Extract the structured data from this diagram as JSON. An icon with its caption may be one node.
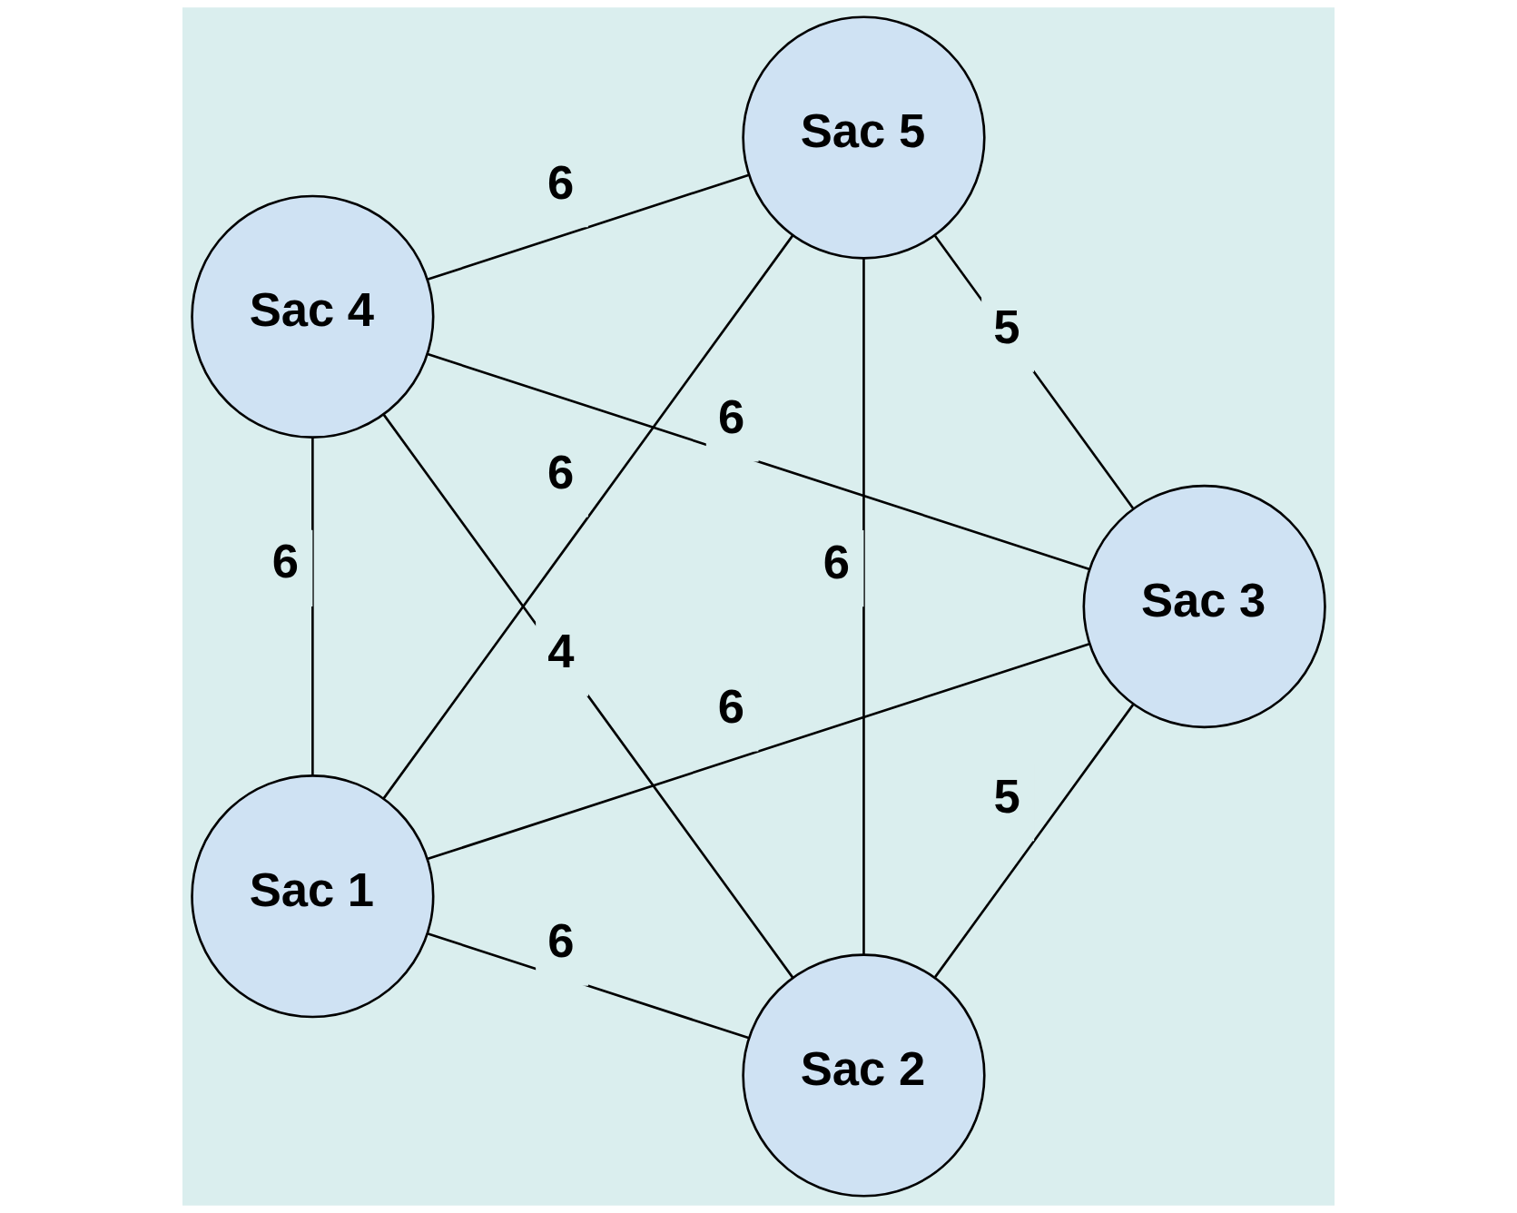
{
  "diagram": {
    "nodes": [
      {
        "text": [
          "Sac 2"
        ]
      },
      {
        "text": [
          "Sac 1"
        ]
      },
      {
        "text": [
          "Sac 3"
        ]
      },
      {
        "text": [
          "Sac 5"
        ]
      },
      {
        "text": [
          "Sac 4"
        ]
      }
    ],
    "edges": [
      {
        "from": 1,
        "to": 0,
        "arrow": "none",
        "label": "6"
      },
      {
        "from": 0,
        "to": 2,
        "arrow": "none",
        "label": "5"
      },
      {
        "from": 0,
        "to": 3,
        "arrow": "none",
        "label": "6"
      },
      {
        "from": 0,
        "to": 4,
        "arrow": "none",
        "label": "4"
      },
      {
        "from": 1,
        "to": 2,
        "arrow": "none",
        "label": "6"
      },
      {
        "from": 1,
        "to": 4,
        "arrow": "none",
        "label": "6"
      },
      {
        "from": 2,
        "to": 3,
        "arrow": "none",
        "label": "5"
      },
      {
        "from": 1,
        "to": 3,
        "arrow": "none",
        "label": "6"
      },
      {
        "from": 2,
        "to": 4,
        "arrow": "none",
        "label": "6"
      },
      {
        "from": 3,
        "to": 4,
        "arrow": "none",
        "label": "6"
      }
    ]
  }
}
